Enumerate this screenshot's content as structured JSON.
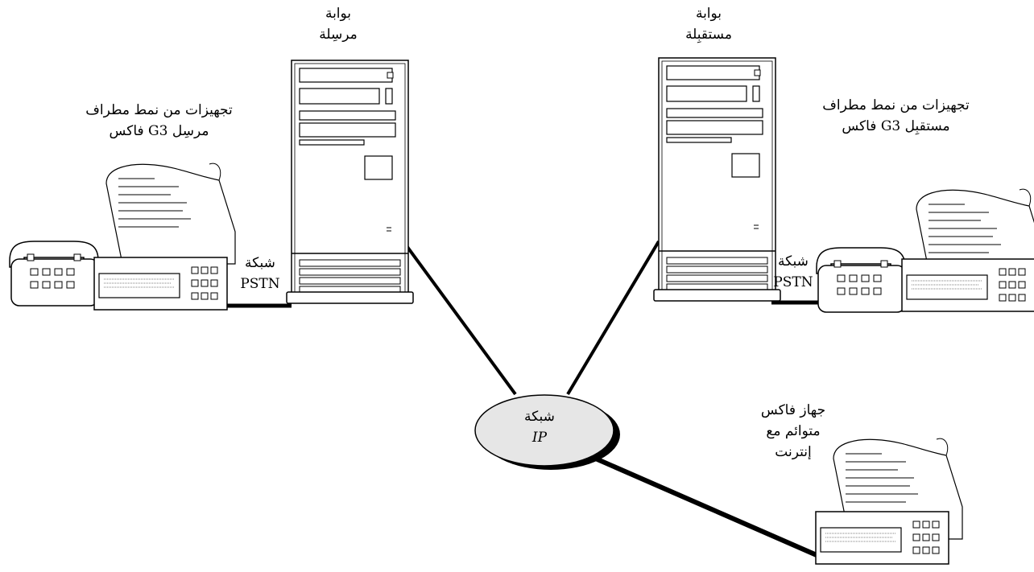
{
  "colors": {
    "stroke": "#000000",
    "fill": "#ffffff",
    "cloud_fill": "#e6e6e6"
  },
  "labels": {
    "gateway_send": {
      "line1": "بوابة",
      "line2": "مرسِلة"
    },
    "gateway_recv": {
      "line1": "بوابة",
      "line2": "مستقبِلة"
    },
    "terminal_send": {
      "line1": "تجهيزات من نمط مطراف",
      "line2": "فاكس G3 مرسِل"
    },
    "terminal_recv": {
      "line1": "تجهيزات من نمط مطراف",
      "line2": "فاكس G3 مستقبِل"
    },
    "pstn_left": {
      "line1": "شبكة",
      "line2": "PSTN"
    },
    "pstn_right": {
      "line1": "شبكة",
      "line2": "PSTN"
    },
    "ip_network": {
      "line1": "شبكة",
      "line2": "IP"
    },
    "internet_fax": {
      "line1": "جهاز فاكس",
      "line2": "متوائم مع",
      "line3": "إنترنت"
    }
  },
  "icons": {
    "server_left": "server-tower-icon",
    "server_right": "server-tower-icon",
    "fax_left": "g3-fax-terminal-icon",
    "fax_right": "g3-fax-terminal-icon",
    "fax_internet": "internet-fax-icon",
    "cloud": "ip-network-cloud-icon"
  }
}
